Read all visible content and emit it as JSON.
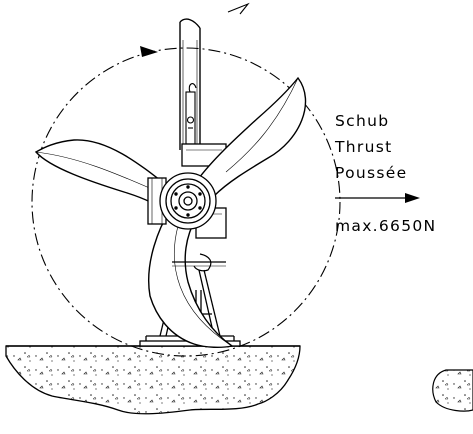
{
  "thrust_labels": {
    "german": "Schub",
    "english": "Thrust",
    "french": "Poussée"
  },
  "max_thrust": "max.6650N",
  "colors": {
    "line": "#000000",
    "background": "#ffffff",
    "ground_speckle": "#222222"
  }
}
